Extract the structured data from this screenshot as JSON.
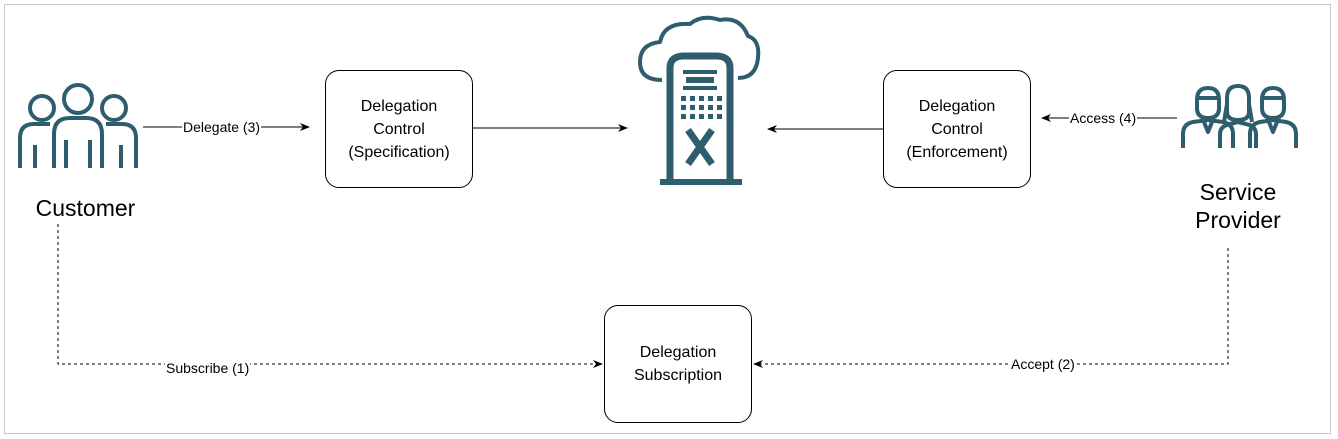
{
  "actors": {
    "customer": {
      "label": "Customer",
      "icon": "people-group-icon"
    },
    "service_provider": {
      "label_line1": "Service",
      "label_line2": "Provider",
      "icon": "staff-group-icon"
    }
  },
  "boxes": {
    "specification": {
      "line1": "Delegation",
      "line2": "Control",
      "line3": "(Specification)"
    },
    "enforcement": {
      "line1": "Delegation",
      "line2": "Control",
      "line3": "(Enforcement)"
    },
    "subscription": {
      "line1": "Delegation",
      "line2": "Subscription"
    }
  },
  "edges": {
    "delegate": "Delegate (3)",
    "access": "Access (4)",
    "subscribe": "Subscribe (1)",
    "accept": "Accept (2)"
  },
  "center_icon": "cloud-server-icon",
  "colors": {
    "icon": "#2e5e6e",
    "line": "#000000"
  }
}
